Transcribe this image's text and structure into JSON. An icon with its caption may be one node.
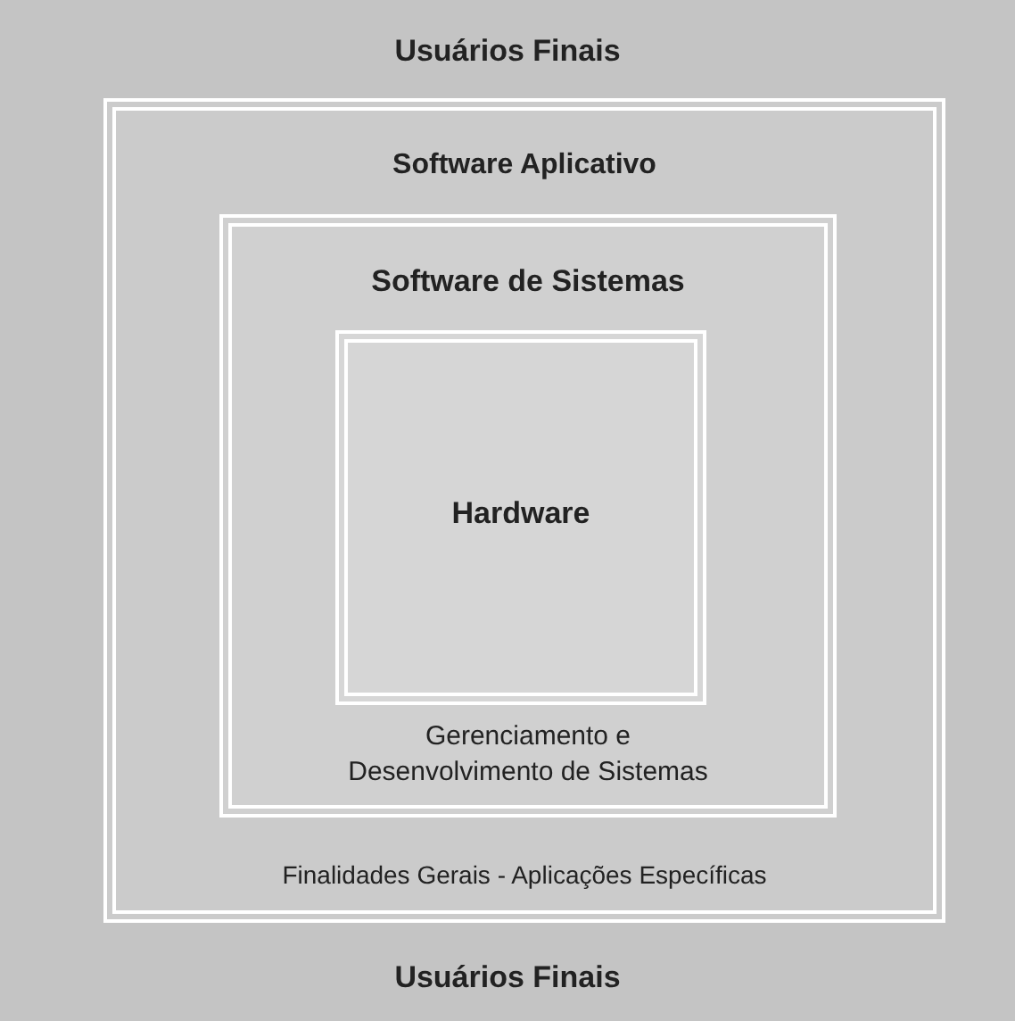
{
  "diagram": {
    "nodes": [
      {
        "text": [
          "Usuários Finais",
          "Usuários Finais"
        ]
      },
      {
        "text": [
          "Software Aplicativo",
          "Finalidades Gerais - Aplicações Específicas"
        ],
        "in": 0
      },
      {
        "text": [
          "Software de Sistemas",
          "Gerenciamento e Desenvolvimento de Sistemas"
        ],
        "in": 1
      },
      {
        "text": [
          "Hardware"
        ],
        "in": 2
      }
    ]
  }
}
